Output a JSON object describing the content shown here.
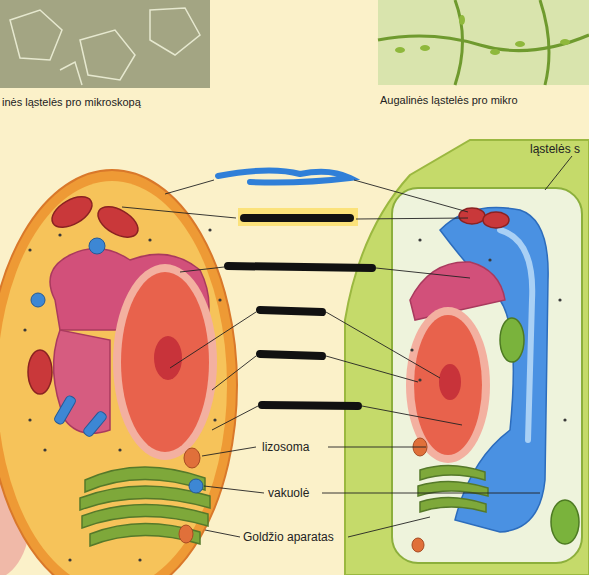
{
  "diagram": {
    "labels": [
      "inės ląstelės pro mikroskopą",
      "Augalinės ląstelės pro mikro",
      "ląstelės s",
      "lizosoma",
      "vakuolė",
      "Goldžio aparatas"
    ]
  }
}
